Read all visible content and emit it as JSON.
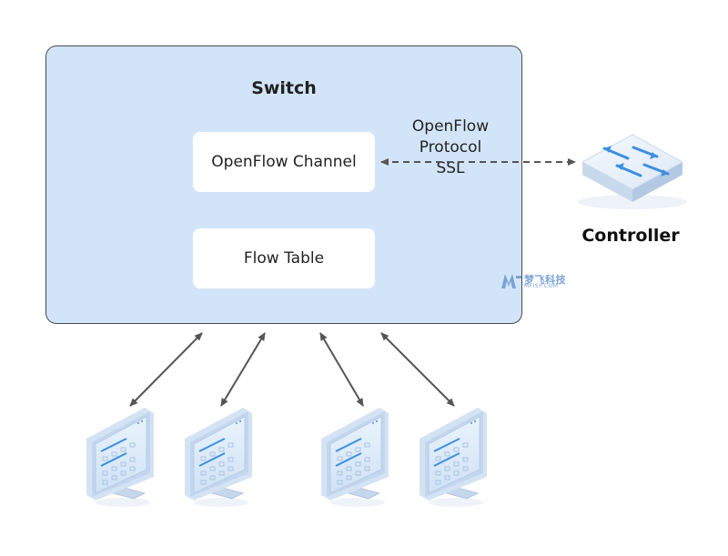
{
  "switch": {
    "title": "Switch",
    "channel_label": "OpenFlow Channel",
    "flow_table_label": "Flow Table"
  },
  "link": {
    "protocol_lines": [
      "OpenFlow",
      "Protocol",
      "SSL"
    ]
  },
  "controller": {
    "label": "Controller",
    "icon": "network-switch-icon"
  },
  "hosts": [
    {
      "icon": "monitor-icon"
    },
    {
      "icon": "monitor-icon"
    },
    {
      "icon": "monitor-icon"
    },
    {
      "icon": "monitor-icon"
    }
  ],
  "watermark": {
    "text_cn": "梦飞科技",
    "text_en": "MFISP.COM"
  },
  "colors": {
    "switch_fill": "#d2e5f8",
    "arrow": "#555555",
    "accent_blue": "#3d8fe0"
  }
}
